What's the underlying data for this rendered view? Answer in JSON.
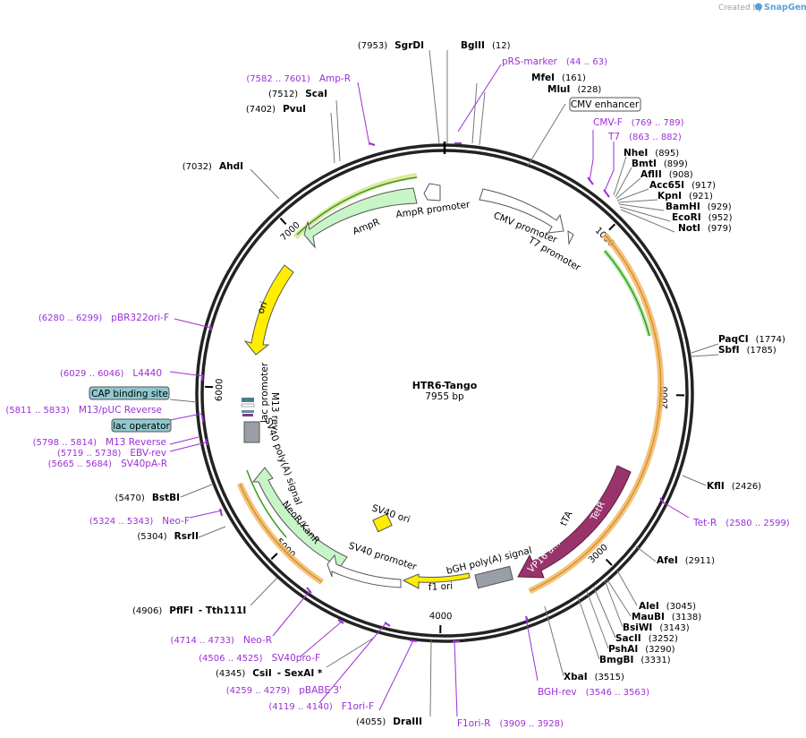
{
  "credit": {
    "prefix": "Created by",
    "brand": "SnapGene"
  },
  "plasmid": {
    "name": "HTR6-Tango",
    "length": "7955 bp"
  },
  "ticks": [
    "1000",
    "2000",
    "3000",
    "4000",
    "5000",
    "6000",
    "7000"
  ],
  "enzymes_right": [
    {
      "name": "BglII",
      "pos": "(12)"
    },
    {
      "name": "MfeI",
      "pos": "(161)"
    },
    {
      "name": "MluI",
      "pos": "(228)"
    },
    {
      "name": "NheI",
      "pos": "(895)"
    },
    {
      "name": "BmtI",
      "pos": "(899)"
    },
    {
      "name": "AflII",
      "pos": "(908)"
    },
    {
      "name": "Acc65I",
      "pos": "(917)"
    },
    {
      "name": "KpnI",
      "pos": "(921)"
    },
    {
      "name": "BamHI",
      "pos": "(929)"
    },
    {
      "name": "EcoRI",
      "pos": "(952)"
    },
    {
      "name": "NotI",
      "pos": "(979)"
    },
    {
      "name": "PaqCI",
      "pos": "(1774)"
    },
    {
      "name": "SbfI",
      "pos": "(1785)"
    },
    {
      "name": "KflI",
      "pos": "(2426)"
    },
    {
      "name": "AfeI",
      "pos": "(2911)"
    },
    {
      "name": "AleI",
      "pos": "(3045)"
    },
    {
      "name": "MauBI",
      "pos": "(3138)"
    },
    {
      "name": "BsiWI",
      "pos": "(3143)"
    },
    {
      "name": "SacII",
      "pos": "(3252)"
    },
    {
      "name": "PshAI",
      "pos": "(3290)"
    },
    {
      "name": "BmgBI",
      "pos": "(3331)"
    },
    {
      "name": "XbaI",
      "pos": "(3515)"
    }
  ],
  "enzymes_left": [
    {
      "name": "SgrDI",
      "pos": "(7953)"
    },
    {
      "name": "ScaI",
      "pos": "(7512)"
    },
    {
      "name": "PvuI",
      "pos": "(7402)"
    },
    {
      "name": "AhdI",
      "pos": "(7032)"
    },
    {
      "name": "BstBI",
      "pos": "(5470)"
    },
    {
      "name": "RsrII",
      "pos": "(5304)"
    },
    {
      "name": "DraIII",
      "pos": "(4055)"
    }
  ],
  "enzyme_pairs": [
    {
      "pos": "(4906)",
      "a": "PflFI",
      "b": "- Tth111I"
    },
    {
      "pos": "(4345)",
      "a": "CsiI",
      "b": "- SexAI *"
    }
  ],
  "primers_right": [
    {
      "name": "pRS-marker",
      "range": "(44 .. 63)"
    },
    {
      "name": "CMV-F",
      "range": "(769 .. 789)"
    },
    {
      "name": "T7",
      "range": "(863 .. 882)"
    },
    {
      "name": "Tet-R",
      "range": "(2580 .. 2599)"
    },
    {
      "name": "BGH-rev",
      "range": "(3546 .. 3563)"
    },
    {
      "name": "F1ori-R",
      "range": "(3909 .. 3928)"
    }
  ],
  "primers_left": [
    {
      "name": "Amp-R",
      "range": "(7582 .. 7601)"
    },
    {
      "name": "pBR322ori-F",
      "range": "(6280 .. 6299)"
    },
    {
      "name": "L4440",
      "range": "(6029 .. 6046)"
    },
    {
      "name": "M13/pUC Reverse",
      "range": "(5811 .. 5833)"
    },
    {
      "name": "M13 Reverse",
      "range": "(5798 .. 5814)"
    },
    {
      "name": "EBV-rev",
      "range": "(5719 .. 5738)"
    },
    {
      "name": "SV40pA-R",
      "range": "(5665 .. 5684)"
    },
    {
      "name": "Neo-F",
      "range": "(5324 .. 5343)"
    },
    {
      "name": "Neo-R",
      "range": "(4714 .. 4733)"
    },
    {
      "name": "SV40pro-F",
      "range": "(4506 .. 4525)"
    },
    {
      "name": "pBABE 3'",
      "range": "(4259 .. 4279)"
    },
    {
      "name": "F1ori-F",
      "range": "(4119 .. 4140)"
    }
  ],
  "boxed_features": {
    "cmv_enhancer": "CMV enhancer",
    "cap_binding_site": "CAP binding site",
    "lac_operator": "lac operator"
  },
  "feature_labels": {
    "ampr_promoter": "AmpR promoter",
    "ampr": "AmpR",
    "ori": "ori",
    "cmv_promoter": "CMV promoter",
    "t7_promoter": "T7 promoter",
    "lac_promoter": "lac promoter",
    "m13_rev": "M13 rev",
    "sv40_polya": "SV40 poly(A) signal",
    "neor": "NeoR/KanR",
    "sv40_ori": "SV40 ori",
    "sv40_promoter": "SV40 promoter",
    "f1_ori": "f1 ori",
    "bgh": "bGH poly(A) signal",
    "tta": "tTA",
    "tetr": "TetR",
    "vp16": "VP16 a..."
  },
  "colors": {
    "backbone": "#222222",
    "primer": "#9b2fd6",
    "ampr_fill": "#c8f5c8",
    "ori_fill": "#ffee00",
    "tta_fill": "#99336b",
    "orf": "#f2b765",
    "orf_green": "#3a9a1a",
    "grey_feature": "#9a9ea6",
    "boxed_fill": "#8fc8d0"
  }
}
